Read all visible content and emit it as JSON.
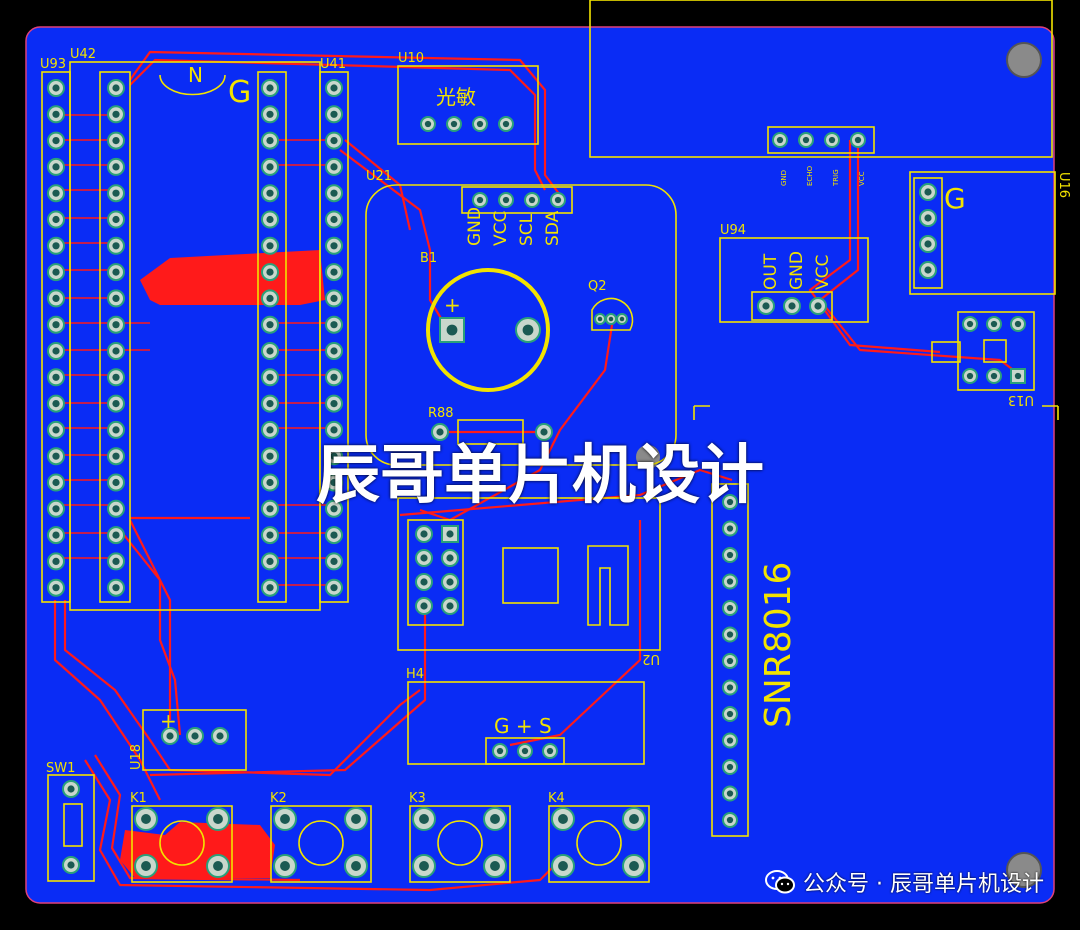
{
  "board": {
    "colors": {
      "background": "#000000",
      "board": "#0a2cf5",
      "copper": "#ff1a1a",
      "silkscreen": "#f2e300",
      "pad": "#c9d7cc"
    }
  },
  "designators": {
    "u93": "U93",
    "u42": "U42",
    "u41": "U41",
    "u10": "U10",
    "u10_name": "光敏",
    "u21": "U21",
    "u21_pins": [
      "GND",
      "VCC",
      "SCL",
      "SDA"
    ],
    "b1": "B1",
    "q2": "Q2",
    "r88": "R88",
    "u94": "U94",
    "u94_pins": [
      "OUT",
      "GND",
      "VCC"
    ],
    "u16": "U16",
    "u16_pins": [
      "GND",
      "ECHO",
      "TRIG",
      "VCC"
    ],
    "u13": "U13",
    "u2": "U2",
    "h4": "H4",
    "h4_label": "G + S",
    "u18": "U18",
    "sw1": "SW1",
    "k1": "K1",
    "k2": "K2",
    "k3": "K3",
    "k4": "K4",
    "snr": "SNR8016",
    "mcu_notch": "N",
    "mcu_g": "G",
    "b1_plus": "+"
  },
  "watermark": {
    "title": "辰哥单片机设计",
    "footer": "公众号 · 辰哥单片机设计",
    "icon": "wechat-icon"
  }
}
